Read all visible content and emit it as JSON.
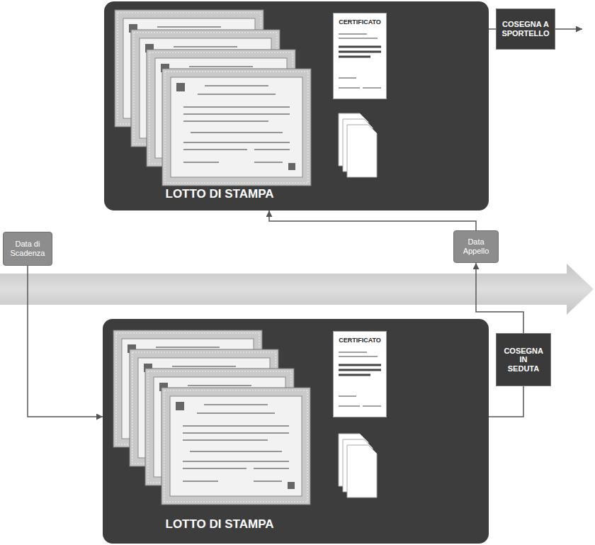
{
  "diagram": {
    "nodes": [
      {
        "text": [
          "LOTTO DI STAMPA"
        ]
      },
      {
        "text": [
          "CERTIFICATO"
        ],
        "in": 0
      },
      {
        "text": [
          "COSEGNA A SPORTELLO"
        ]
      },
      {
        "text": [
          "Data di Scadenza"
        ]
      },
      {
        "text": [
          "Data Appello"
        ]
      },
      {
        "text": [
          "LOTTO DI STAMPA"
        ]
      },
      {
        "text": [
          "CERTIFICATO"
        ],
        "in": 5
      },
      {
        "text": [
          "COSEGNA IN SEDUTA"
        ]
      }
    ],
    "edges": [
      {
        "from": 0,
        "to": 2,
        "arrow": "none"
      },
      {
        "from": 3,
        "to": 5,
        "arrow": "to"
      },
      {
        "from": 5,
        "to": 7,
        "arrow": "none"
      },
      {
        "from": 7,
        "to": 4,
        "arrow": "to"
      },
      {
        "from": 4,
        "to": 0,
        "arrow": "to"
      }
    ]
  }
}
